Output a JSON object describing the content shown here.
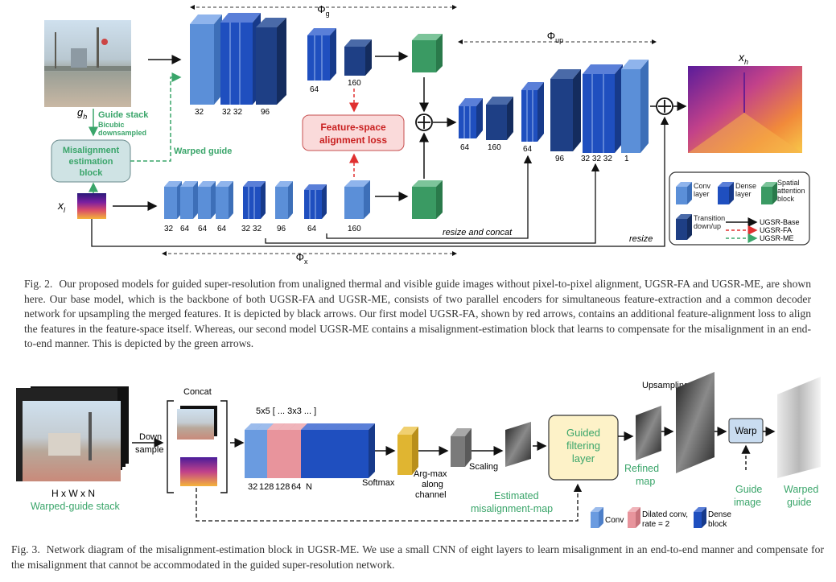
{
  "figure2": {
    "phi_g": "Φ",
    "phi_g_sub": "g",
    "phi_x": "Φ",
    "phi_x_sub": "x",
    "phi_up": "Φ",
    "phi_up_sub": "up",
    "x_h": "x",
    "x_h_sub": "h",
    "g_h": "g",
    "g_h_sub": "h",
    "x_l": "x",
    "x_l_sub": "l",
    "guide_stack": "Guide stack",
    "bicubic": "Bicubic",
    "downsampled": "downsampled",
    "misalign_lines": [
      "Misalignment",
      "estimation",
      "block"
    ],
    "warped_guide": "Warped guide",
    "feature_loss_lines": [
      "Feature-space",
      "alignment loss"
    ],
    "resize_concat": "resize and concat",
    "resize": "resize",
    "guide_labels": [
      "32",
      "32 32",
      "96",
      "64",
      "160"
    ],
    "thermal_labels": [
      "32",
      "64",
      "64",
      "64",
      "32 32",
      "96",
      "64",
      "160"
    ],
    "decoder_labels": [
      "64",
      "160",
      "64",
      "96",
      "32 32 32",
      "1"
    ],
    "legend": {
      "conv": "Conv layer",
      "dense": "Dense layer",
      "spatial": "Spatial attention block",
      "transition": "Transition down/up",
      "base": "UGSR-Base",
      "fa": "UGSR-FA",
      "me": "UGSR-ME"
    },
    "colors": {
      "conv": "#5b8fd8",
      "dense": "#1f4fbf",
      "transition": "#1e3f85",
      "spatial": "#3a9a63",
      "red": "#e03030",
      "green": "#3aa56a"
    }
  },
  "caption2": {
    "label": "Fig. 2.",
    "text": "Our proposed models for guided super-resolution from unaligned thermal and visible guide images without pixel-to-pixel alignment, UGSR-FA and UGSR-ME, are shown here. Our base model, which is the backbone of both UGSR-FA and UGSR-ME, consists of two parallel encoders for simultaneous feature-extraction and a common decoder network for upsampling the merged features. It is depicted by black arrows. Our first model UGSR-FA, shown by red arrows, contains an additional feature-alignment loss to align the features in the feature-space itself. Whereas, our second model UGSR-ME contains a misalignment-estimation block that learns to compensate for the misalignment in an end-to-end manner. This is depicted by the green arrows."
  },
  "figure3": {
    "concat": "Concat",
    "down": "Down",
    "sample": "sample",
    "kernel": "5x5 [ ... 3x3 ... ]",
    "layer_sizes": [
      "32",
      "128",
      "128",
      "64",
      "N"
    ],
    "softmax": "Softmax",
    "argmax_lines": [
      "Arg-max",
      "along",
      "channel"
    ],
    "scaling": "Scaling",
    "upsampling": "Upsampling",
    "hwn": "H x W x N",
    "warped_stack": "Warped-guide stack",
    "estimated_lines": [
      "Estimated",
      "misalignment-map"
    ],
    "guided_lines": [
      "Guided",
      "filtering",
      "layer"
    ],
    "refined_lines": [
      "Refined",
      "map"
    ],
    "warp": "Warp",
    "guide_image_lines": [
      "Guide",
      "image"
    ],
    "warped_guide_lines": [
      "Warped",
      "guide"
    ],
    "legend": {
      "conv": "Conv",
      "dilated_lines": [
        "Dilated conv,",
        "rate = 2"
      ],
      "dense_lines": [
        "Dense",
        "block"
      ]
    },
    "colors": {
      "conv": "#6a9be0",
      "dilated": "#e8949c",
      "dense": "#1f4fbf",
      "softmax": "#e0b531",
      "guided_fill": "#fdf2c8",
      "green_text": "#3aa56a"
    }
  },
  "caption3": {
    "label": "Fig. 3.",
    "text": "Network diagram of the misalignment-estimation block in UGSR-ME. We use a small CNN of eight layers to learn misalignment in an end-to-end manner and compensate for the misalignment that cannot be accommodated in the guided super-resolution network."
  }
}
